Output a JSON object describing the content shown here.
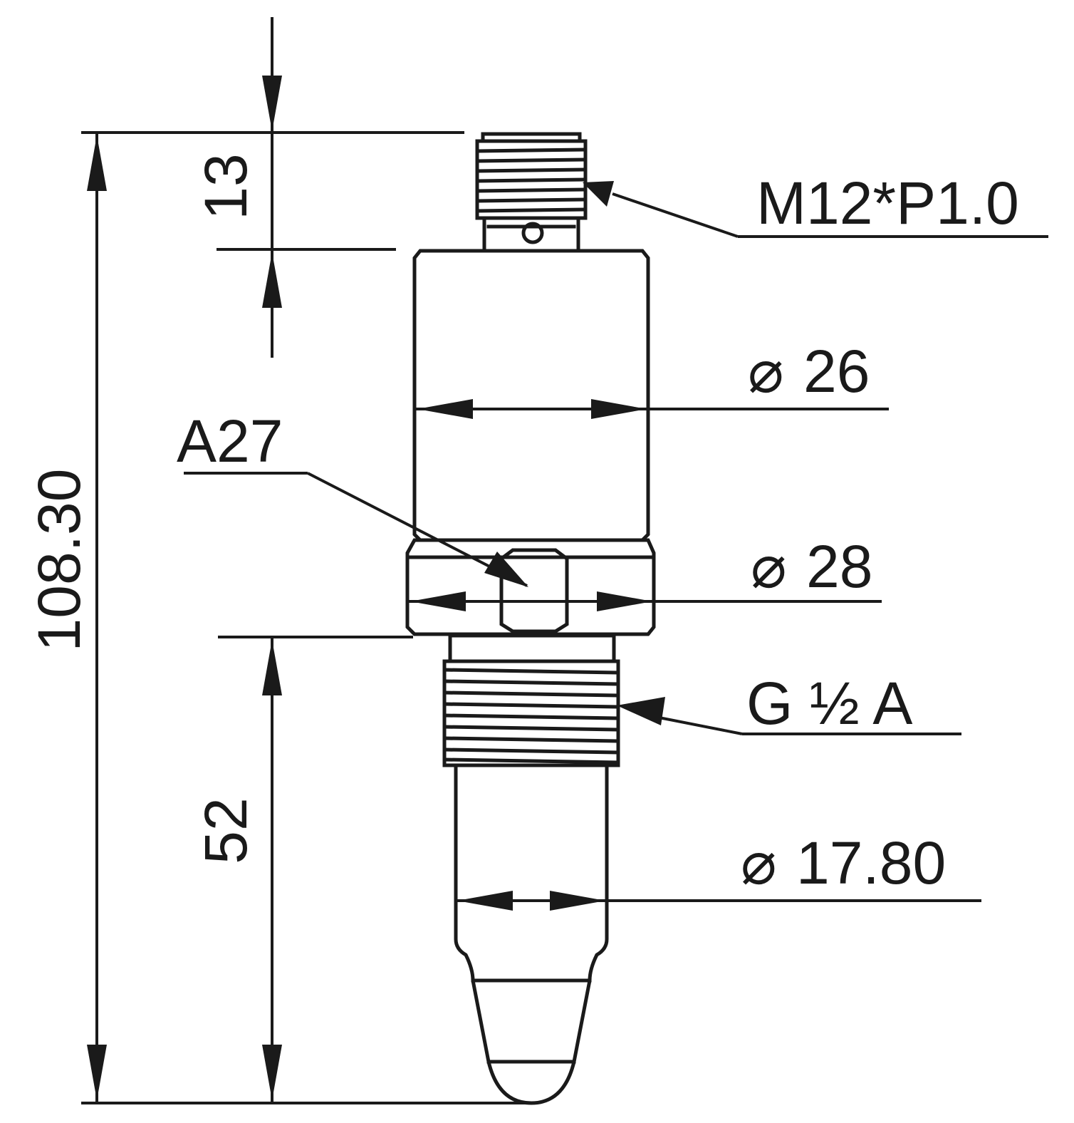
{
  "labels": {
    "overall_length": "108.30",
    "connector_length": "13",
    "process_length": "52",
    "connector_thread": "M12*P1.0",
    "body_diameter_symbol": "⌀",
    "body_diameter": "26",
    "hex_size": "A27",
    "hex_diameter_symbol": "⌀",
    "hex_diameter": "28",
    "process_thread": "G ½ A",
    "probe_diameter_symbol": "⌀",
    "probe_diameter": "17.80"
  }
}
